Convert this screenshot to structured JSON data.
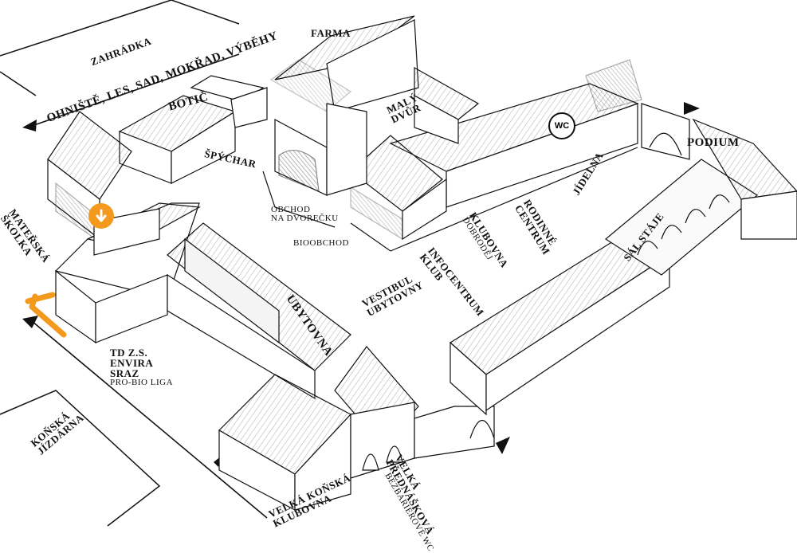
{
  "labels": {
    "zahradka": "ZAHRÁDKA",
    "ohniste": "OHNIŠTĚ, LES, SAD, MOKŘAD, VÝBĚHY",
    "farma": "FARMA",
    "botic": "BOTIČ",
    "maly_dvur_1": "MALÝ",
    "maly_dvur_2": "DVŮR",
    "wc": "WC",
    "spychar": "ŠPÝCHAR",
    "podium": "PODIUM",
    "jidelna": "JÍDELNA",
    "rodinne_1": "RODINNÉ",
    "rodinne_2": "CENTRUM",
    "materska_1": "MATEŘSKÁ",
    "materska_2": "ŠKOLKA",
    "obchod_1": "OBCHOD",
    "obchod_2": "NA DVOREČKU",
    "biobchod": "BIOOBCHOD",
    "klubovna_1": "KLUBOVNA",
    "klubovna_2": "DOBRODĚJ",
    "infocentrum_1": "INFOCENTRUM",
    "infocentrum_2": "KLUB",
    "sal_staje": "SÁL STÁJE",
    "ubytovna": "UBYTOVNA",
    "vestibul_1": "VESTIBUL",
    "vestibul_2": "UBYTOVNY",
    "td_1": "TD Z.S.",
    "td_2": "ENVIRA",
    "td_3": "SRAZ",
    "td_4": "PRO-BIO LIGA",
    "konska_1": "KOŇSKÁ",
    "konska_2": "JÍZDÁRNA",
    "velka_konska_1": "VELKÁ KOŇSKÁ",
    "velka_konska_2": "KLUBOVNA",
    "velka_pred_1": "VELKÁ",
    "velka_pred_2": "PŘEDNÁŠKOVÁ",
    "bezbarierove": "BEZBARIÉROVÉ WC"
  },
  "colors": {
    "accent": "#f39a1e",
    "ink": "#111111",
    "paper": "#ffffff"
  },
  "icons": [
    "down-arrow-pin-icon",
    "entrance-arrow-icon",
    "direction-arrow-icon"
  ]
}
